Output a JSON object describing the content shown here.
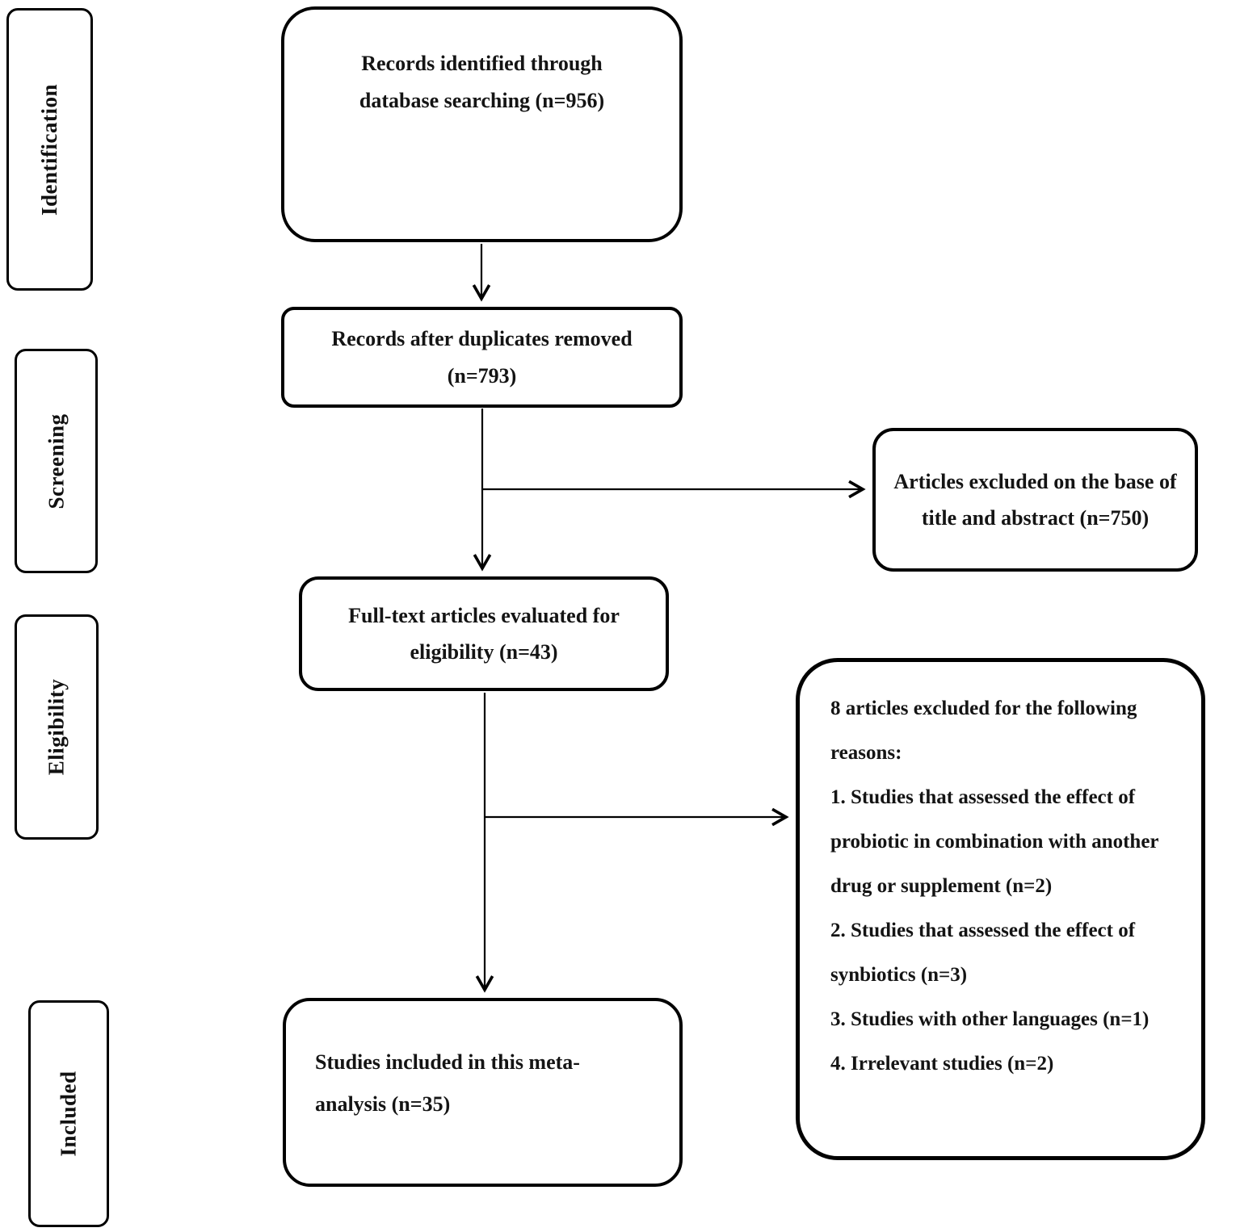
{
  "stages": {
    "identification": "Identification",
    "screening": "Screening",
    "eligibility": "Eligibility",
    "included": "Included"
  },
  "flow": {
    "records_identified": "Records identified through database searching (n=956)",
    "duplicates_removed": "Records after duplicates removed (n=793)",
    "fulltext_evaluated": "Full-text articles evaluated for eligibility (n=43)",
    "studies_included": "Studies included in this meta-analysis (n=35)"
  },
  "exclusions": {
    "title_abstract": "Articles excluded on the base of title and abstract (n=750)",
    "reasons_header": "8 articles excluded for the following reasons:",
    "reasons": [
      "1. Studies that assessed the effect of probiotic in combination with another drug or supplement (n=2)",
      "2. Studies that assessed the effect of synbiotics (n=3)",
      "3. Studies with other languages (n=1)",
      "4. Irrelevant studies (n=2)"
    ]
  },
  "colors": {
    "border": "#000000",
    "background": "#ffffff",
    "text": "#141414"
  }
}
